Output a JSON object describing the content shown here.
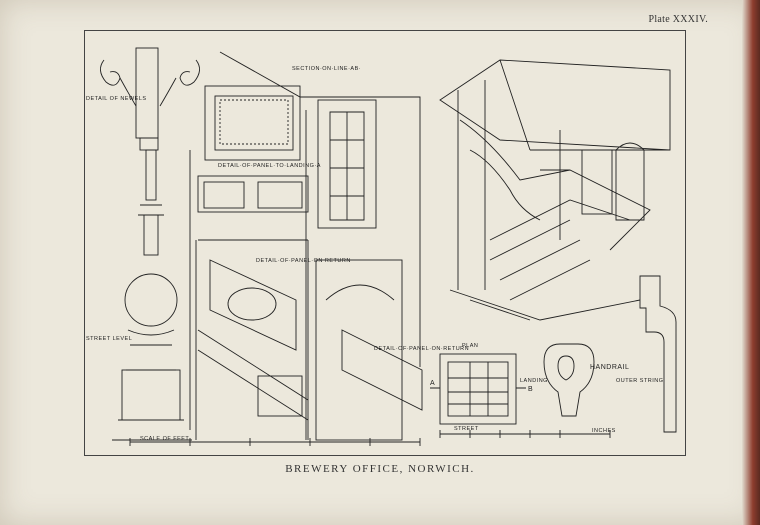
{
  "plate_number": "Plate XXXIV.",
  "caption": "BREWERY OFFICE, NORWICH.",
  "labels": {
    "detail_newels": "DETAIL OF NEWELS",
    "section": "SECTION·ON·LINE·AB·",
    "panel_landing": "DETAIL·OF·PANEL·TO·LANDING·A",
    "panel_return": "DETAIL·OF·PANEL·ON RETURN",
    "panel_return2": "DETAIL·OF·PANEL·ON·RETURN",
    "street_level": "STREET LEVEL",
    "plan": "PLAN",
    "landing": "LANDING",
    "street": "STREET",
    "handrail": "HANDRAIL",
    "outer_string": "OUTER STRING",
    "scale_feet": "SCALE OF FEET",
    "scale_inches": "INCHES",
    "letter_a": "A",
    "letter_b": "B"
  }
}
